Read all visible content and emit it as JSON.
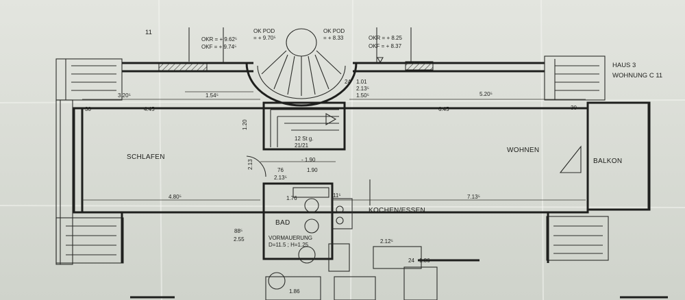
{
  "page_number": "11",
  "title": {
    "line1": "HAUS 3",
    "line2": "WOHNUNG C 11"
  },
  "rooms": {
    "schlafen": "SCHLAFEN",
    "wohnen": "WOHNEN",
    "balkon": "BALKON",
    "kuechen": "KOCHEN/ESSEN",
    "bad": "BAD"
  },
  "levels": {
    "okr_left": "OKR = + 9.62⁵",
    "okf_left": "OKF = + 9.74⁵",
    "okpod_left_1": "OK POD",
    "okpod_left_2": "= + 9.70⁵",
    "okpod_right_1": "OK POD",
    "okpod_right_2": "= + 8.33",
    "okr_right": "OKR = + 8.25",
    "okf_right": "OKF = + 8.37"
  },
  "stair": {
    "steps": "12 St g.",
    "ratio": "21/21"
  },
  "notes": {
    "vormauerung_1": "VORMAUERUNG",
    "vormauerung_2": "D=11.5 ; H=1.25"
  },
  "dims": {
    "d1": "3.20⁵",
    "d2": "1.54⁵",
    "d3": "5.20⁵",
    "d4": "4.45",
    "d5": "6.45",
    "d6": "1.01",
    "d7": "2.13⁵",
    "d8": "1.50⁵",
    "d9": "24",
    "d10": "30",
    "d11": "30",
    "d12": "4.80⁵",
    "d13": "7.13⁵",
    "d14": "1.20",
    "d15": "- 1.90",
    "d16": "1.90",
    "d17": "76",
    "d18": "2.13⁵",
    "d19": "2.12⁵",
    "d20": "1.86",
    "d21": "2.55",
    "d22": "88⁵",
    "d23": "1.76",
    "d24": "11⁵",
    "d25": "1.86",
    "d26": "24",
    "d27": "2.13"
  }
}
